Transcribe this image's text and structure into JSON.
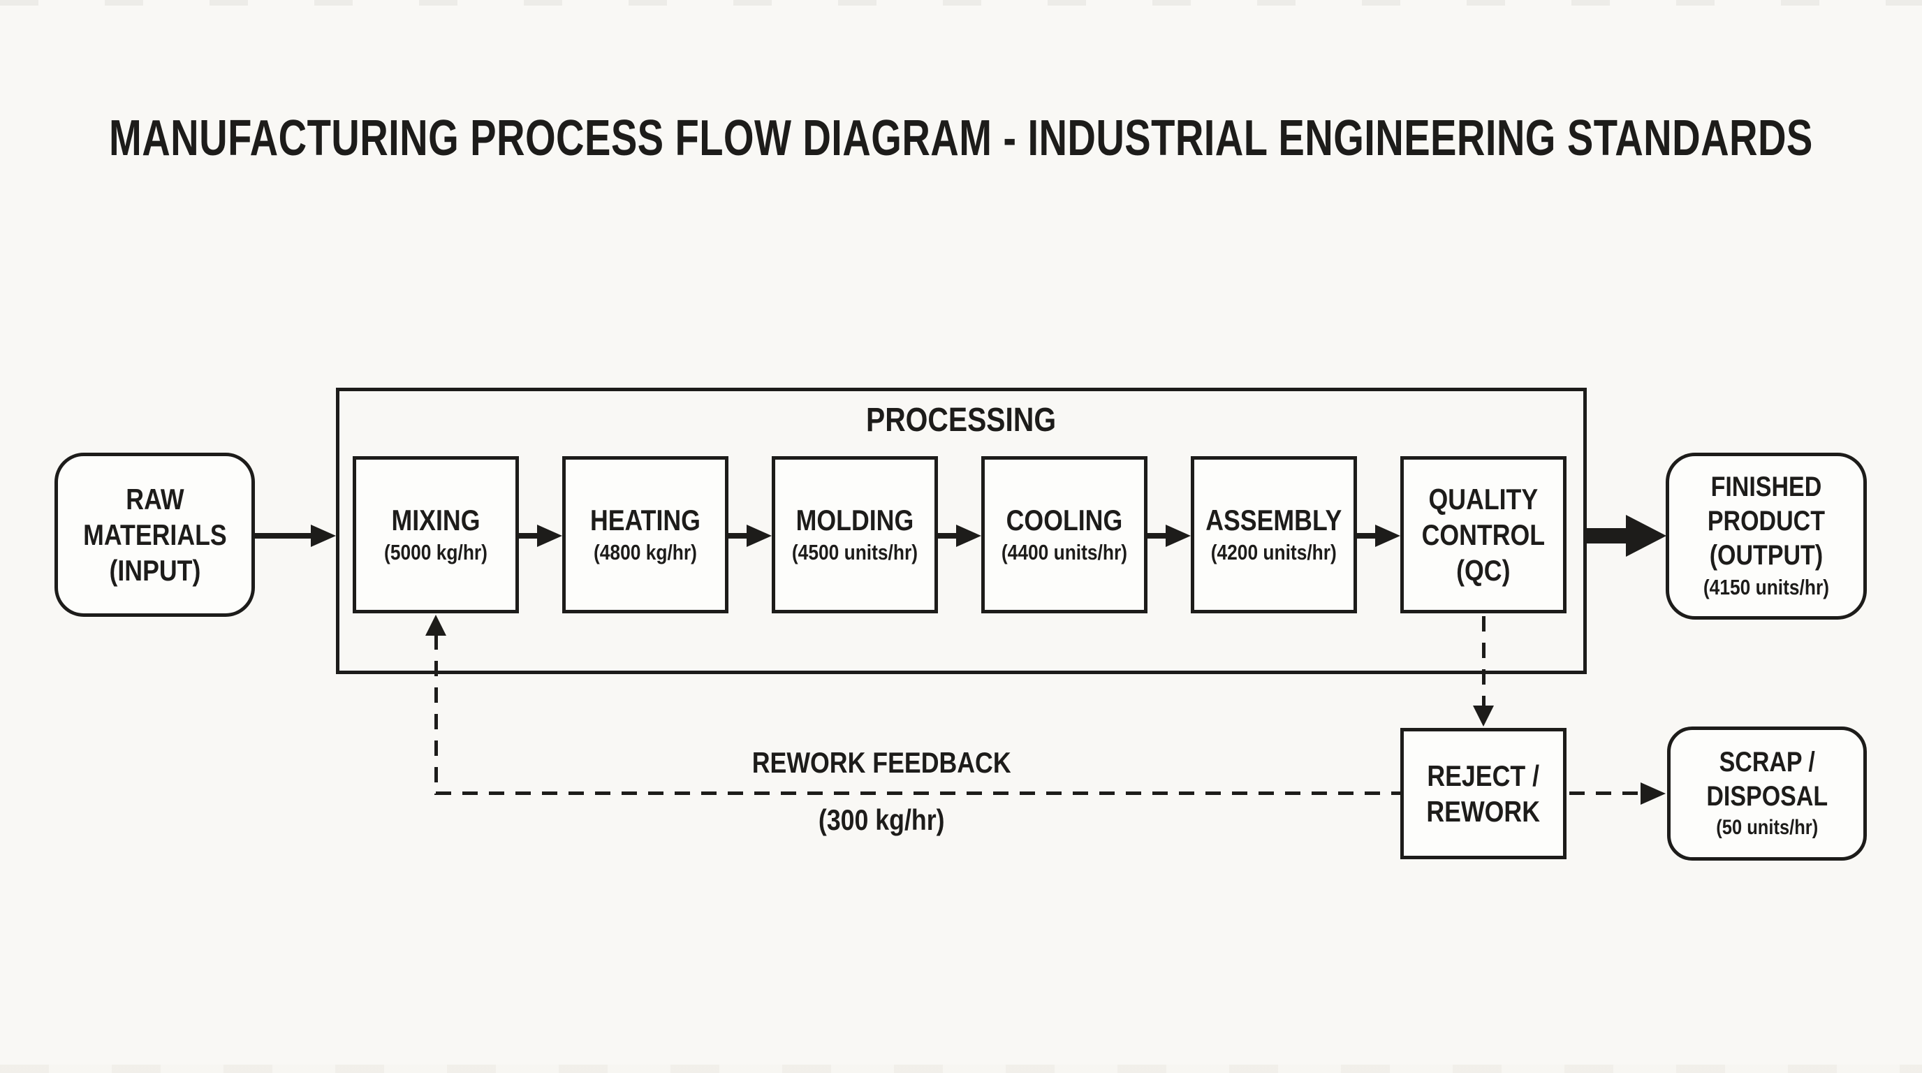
{
  "title": "MANUFACTURING PROCESS FLOW DIAGRAM - INDUSTRIAL ENGINEERING STANDARDS",
  "colors": {
    "ink": "#1d1c1a",
    "background": "#f9f8f5"
  },
  "processing_group": {
    "label": "PROCESSING"
  },
  "nodes": {
    "raw_materials": {
      "lines": [
        "RAW",
        "MATERIALS",
        "(INPUT)"
      ]
    },
    "mixing": {
      "label": "MIXING",
      "rate": "(5000 kg/hr)"
    },
    "heating": {
      "label": "HEATING",
      "rate": "(4800 kg/hr)"
    },
    "molding": {
      "label": "MOLDING",
      "rate": "(4500 units/hr)"
    },
    "cooling": {
      "label": "COOLING",
      "rate": "(4400 units/hr)"
    },
    "assembly": {
      "label": "ASSEMBLY",
      "rate": "(4200 units/hr)"
    },
    "quality_control": {
      "lines": [
        "QUALITY",
        "CONTROL",
        "(QC)"
      ]
    },
    "finished_product": {
      "lines": [
        "FINISHED",
        "PRODUCT",
        "(OUTPUT)"
      ],
      "rate": "(4150 units/hr)"
    },
    "reject_rework": {
      "lines": [
        "REJECT /",
        "REWORK"
      ]
    },
    "scrap_disposal": {
      "lines": [
        "SCRAP /",
        "DISPOSAL"
      ],
      "rate": "(50 units/hr)"
    }
  },
  "edges": {
    "raw_to_processing": {
      "from": "RAW MATERIALS (INPUT)",
      "to": "PROCESSING",
      "style": "solid-arrow"
    },
    "mixing_to_heating": {
      "from": "MIXING",
      "to": "HEATING",
      "style": "solid-arrow"
    },
    "heating_to_molding": {
      "from": "HEATING",
      "to": "MOLDING",
      "style": "solid-arrow"
    },
    "molding_to_cooling": {
      "from": "MOLDING",
      "to": "COOLING",
      "style": "solid-arrow"
    },
    "cooling_to_assembly": {
      "from": "COOLING",
      "to": "ASSEMBLY",
      "style": "solid-arrow"
    },
    "assembly_to_qc": {
      "from": "ASSEMBLY",
      "to": "QUALITY CONTROL (QC)",
      "style": "solid-arrow"
    },
    "processing_to_finished": {
      "from": "PROCESSING",
      "to": "FINISHED PRODUCT (OUTPUT)",
      "style": "thick-solid-arrow"
    },
    "qc_to_reject": {
      "from": "QUALITY CONTROL (QC)",
      "to": "REJECT / REWORK",
      "style": "dashed-arrow"
    },
    "reject_to_scrap": {
      "from": "REJECT / REWORK",
      "to": "SCRAP / DISPOSAL",
      "style": "dashed-arrow"
    },
    "rework_feedback": {
      "from": "REJECT / REWORK",
      "to": "MIXING",
      "style": "dashed-arrow",
      "label": "REWORK FEEDBACK",
      "rate": "(300 kg/hr)"
    }
  }
}
